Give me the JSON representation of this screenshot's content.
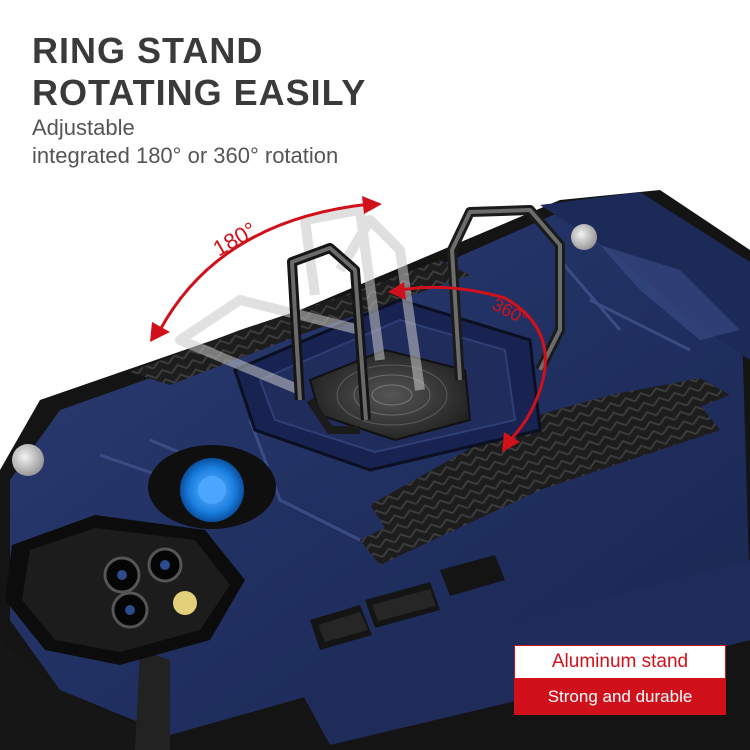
{
  "headline": {
    "line1": "RING STAND",
    "line2": "ROTATING EASILY"
  },
  "subtitle": {
    "line1": "Adjustable",
    "line2": "integrated 180° or 360° rotation"
  },
  "rotation_labels": {
    "left": "180°",
    "right": "360°"
  },
  "badges": {
    "outline": "Aluminum stand",
    "solid": "Strong and durable"
  },
  "colors": {
    "case": "#22305f",
    "accent": "#d0111b",
    "lens": "#1a7fe0",
    "headline": "#3a3a3a"
  }
}
